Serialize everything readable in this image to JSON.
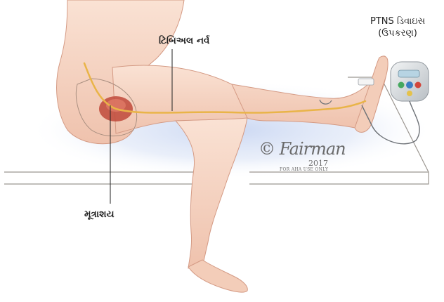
{
  "labels": {
    "tibial_nerve": "ટિબિઅલ નર્વ",
    "device_line1": "PTNS ડિવાઇસ",
    "device_line2": "(ઉપકરણ)",
    "bladder": "મૂત્રાશય"
  },
  "signature": {
    "name": "© Fairman",
    "year": "2017",
    "note": "FOR AHA USE ONLY"
  },
  "colors": {
    "skin": "#f6d5c3",
    "skin_shadow": "#e3aa93",
    "nerve": "#e9b448",
    "bladder": "#c0493a",
    "table_glow": "#cdd9f2",
    "device_body": "#d9dde0"
  }
}
